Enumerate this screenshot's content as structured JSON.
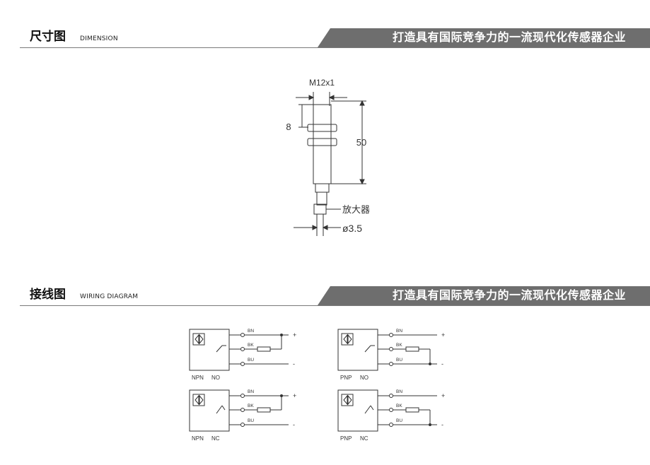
{
  "dimension_section": {
    "title": "尺寸图",
    "subtitle": "DIMENSION",
    "slogan": "打造具有国际竞争力的一流现代化传感器企业"
  },
  "dimension_drawing": {
    "thread_label": "M12x1",
    "thread_length_label": "8",
    "body_length_label": "50",
    "amplifier_label": "放大器",
    "cable_diameter_label": "ø3.5"
  },
  "wiring_section": {
    "title": "接线图",
    "subtitle": "WIRING DIAGRAM",
    "slogan": "打造具有国际竞争力的一流现代化传感器企业"
  },
  "wiring_diagrams": [
    {
      "type": "NPN",
      "mode": "NO",
      "wires": [
        "BN",
        "BK",
        "BU"
      ],
      "plus": "+",
      "minus": "-"
    },
    {
      "type": "PNP",
      "mode": "NO",
      "wires": [
        "BN",
        "BK",
        "BU"
      ],
      "plus": "+",
      "minus": "-"
    },
    {
      "type": "NPN",
      "mode": "NC",
      "wires": [
        "BN",
        "BK",
        "BU"
      ],
      "plus": "+",
      "minus": "-"
    },
    {
      "type": "PNP",
      "mode": "NC",
      "wires": [
        "BN",
        "BK",
        "BU"
      ],
      "plus": "+",
      "minus": "-"
    }
  ],
  "colors": {
    "banner": "#6e6e6e",
    "rule": "#7a7a7a",
    "line": "#333333"
  }
}
